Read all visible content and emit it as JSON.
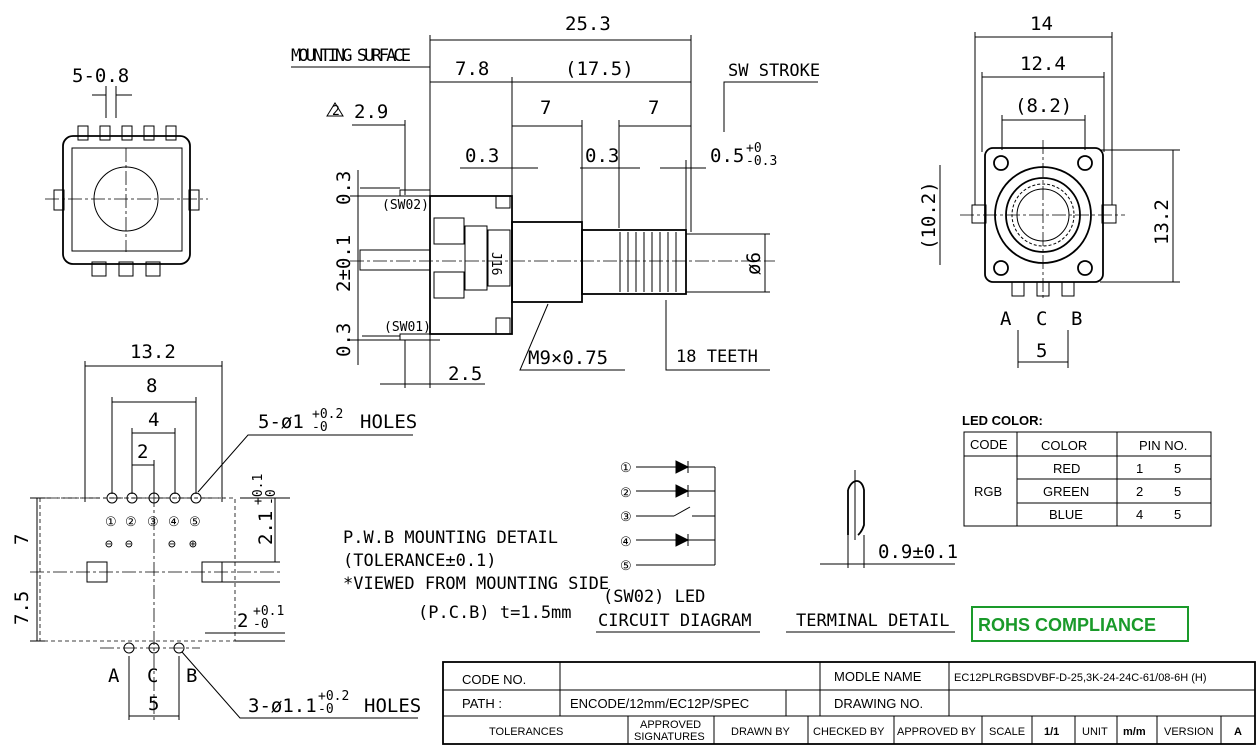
{
  "top_view": {
    "dim_pins": "5-0.8"
  },
  "side_view": {
    "overall": "25.3",
    "mounting_surface": "MOUNTING SURFACE",
    "d_7_8": "7.8",
    "d_17_5": "(17.5)",
    "sw_stroke": "SW STROKE",
    "note_tri": "2",
    "d_2_9": "2.9",
    "d_7a": "7",
    "d_7b": "7",
    "d_0_3a": "0.3",
    "d_0_3b": "0.3",
    "d_0_5": "0.5",
    "tol_0_5_up": "+0",
    "tol_0_5_dn": "-0.3",
    "v_0_3_top": "0.3",
    "v_2": "2±0.1",
    "v_0_3_bot": "0.3",
    "sw02": "(SW02)",
    "sw01": "(SW01)",
    "marking": "J16",
    "d_2_5": "2.5",
    "thread": "M9×0.75",
    "teeth": "18 TEETH",
    "shaft": "ø6"
  },
  "front_view": {
    "d_14": "14",
    "d_12_4": "12.4",
    "d_8_2": "(8.2)",
    "d_10_2": "(10.2)",
    "d_13_2": "13.2",
    "pin_a": "A",
    "pin_c": "C",
    "pin_b": "B",
    "d_5": "5"
  },
  "pcb": {
    "d_13_2": "13.2",
    "d_8": "8",
    "d_4": "4",
    "d_2": "2",
    "holes5": "5-ø1",
    "holes5_tol_up": "+0.2",
    "holes5_tol_dn": "-0",
    "holes5_label": "HOLES",
    "pins": [
      "①",
      "②",
      "③",
      "④",
      "⑤"
    ],
    "polarity": [
      "⊖",
      "⊖",
      "",
      "⊖",
      "⊕"
    ],
    "d_7": "7",
    "d_7_5": "7.5",
    "d_2_1": "2.1",
    "d_2_1_tol_up": "+0.1",
    "d_2_1_tol_dn": "-0",
    "d_2b": "2",
    "d_2b_tol_up": "+0.1",
    "d_2b_tol_dn": "-0",
    "pin_a": "A",
    "pin_c": "C",
    "pin_b": "B",
    "d_5": "5",
    "holes3": "3-ø1.1",
    "holes3_tol_up": "+0.2",
    "holes3_tol_dn": "-0",
    "holes3_label": "HOLES"
  },
  "notes": {
    "line1": "P.W.B MOUNTING DETAIL",
    "line2": "(TOLERANCE±0.1)",
    "line3": "*VIEWED FROM MOUNTING SIDE",
    "line4": "(P.C.B) t=1.5mm"
  },
  "circuit": {
    "nodes": [
      "①",
      "②",
      "③",
      "④",
      "⑤"
    ],
    "caption1": "(SW02) LED",
    "caption2": "CIRCUIT DIAGRAM"
  },
  "terminal": {
    "dim": "0.9±0.1",
    "caption": "TERMINAL DETAIL"
  },
  "led_color": {
    "title": "LED COLOR:",
    "headers": [
      "CODE",
      "COLOR",
      "PIN NO."
    ],
    "code": "RGB",
    "rows": [
      {
        "color": "RED",
        "pin1": "1",
        "pin2": "5"
      },
      {
        "color": "GREEN",
        "pin1": "2",
        "pin2": "5"
      },
      {
        "color": "BLUE",
        "pin1": "4",
        "pin2": "5"
      }
    ]
  },
  "rohs": {
    "label": "ROHS COMPLIANCE",
    "color": "#1a9a2a"
  },
  "title_block": {
    "code_no_label": "CODE  NO.",
    "code_no_value": "",
    "model_name_label": "MODLE NAME",
    "model_name_value": "EC12PLRGBSDVBF-D-25,3K-24-24C-61/08-6H (H)",
    "path_label": "PATH :",
    "path_value": "ENCODE/12mm/EC12P/SPEC",
    "drawing_no_label": "DRAWING NO.",
    "drawing_no_value": "",
    "tolerances": "TOLERANCES",
    "approved_sig_1": "APPROVED",
    "approved_sig_2": "SIGNATURES",
    "drawn_by": "DRAWN BY",
    "checked_by": "CHECKED BY",
    "approved_by": "APPROVED BY",
    "scale_label": "SCALE",
    "scale_value": "1/1",
    "unit_label": "UNIT",
    "unit_value": "m/m",
    "version_label": "VERSION",
    "version_value": "A"
  }
}
